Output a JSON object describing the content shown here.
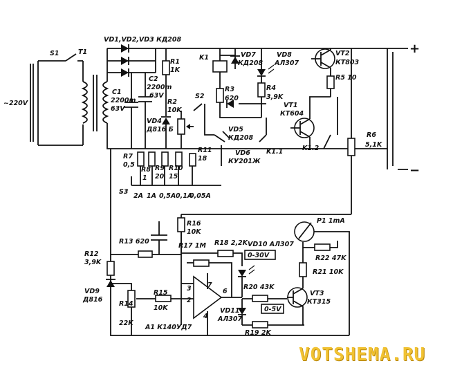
{
  "labels": {
    "s1": "S1",
    "t1": "T1",
    "mains": "~220V",
    "vd123": "VD1,VD2,VD3 КД208",
    "r1": "R1",
    "r1v": "1K",
    "k1": "K1",
    "vd7": "VD7",
    "vd7v": "КД208",
    "vd8": "VD8",
    "vd8v": "АЛ307",
    "vt2": "VT2",
    "vt2v": "КТ803",
    "plus": "+",
    "minus": "−",
    "c2": "C2",
    "c2v1": "2200m",
    "c2v2": "63V",
    "c1": "C1",
    "c1v1": "2200m",
    "c1v2": "63V",
    "r2": "R2",
    "r2v": "10K",
    "vd4": "VD4",
    "vd4v": "Д816 Б",
    "s2": "S2",
    "r3": "R3",
    "r3v": "620",
    "r4": "R4",
    "r4v": "3,9K",
    "r5": "R5 10",
    "vt1": "VT1",
    "vt1v": "КТ604",
    "vd5": "VD5",
    "vd5v": "КД208",
    "vd6": "VD6",
    "vd6v": "КУ201Ж",
    "k11": "K1.1",
    "k12": "K1.2",
    "r6": "R6",
    "r6v": "5,1K",
    "r7": "R7",
    "r7v": "0,5",
    "r8": "R8",
    "r8v": "1",
    "r9": "R9",
    "r9v": "20",
    "r10": "R10",
    "r10v": "15",
    "r11": "R11",
    "r11v": "18",
    "s3": "S3",
    "ranges": [
      "2A",
      "1A",
      "0,5A",
      "0,1A",
      "0,05A"
    ],
    "p1": "P1 1mA",
    "r16": "R16",
    "r16v": "10K",
    "r13": "R13 620",
    "r17": "R17 1M",
    "r18": "R18 2,2K",
    "vd10": "VD10 АЛ307",
    "r22": "R22 47K",
    "r12": "R12",
    "r12v": "3,9K",
    "vd9": "VD9",
    "vd9v": "Д816",
    "box030": "0-30V",
    "r21": "R21 10K",
    "r20": "R20 43K",
    "vt3": "VT3",
    "vt3v": "КТ315",
    "r14": "R14",
    "r14v": "22K",
    "r15": "R15",
    "r15v": "10K",
    "pin3": "3",
    "pin2": "2",
    "pin7": "7",
    "pin6": "6",
    "pin4": "4",
    "vd11": "VD11",
    "vd11v": "АЛ307",
    "box05": "0-5V",
    "r19": "R19 2K",
    "a1": "A1 К140УД7"
  },
  "watermark": "VOTSHEMA.RU"
}
